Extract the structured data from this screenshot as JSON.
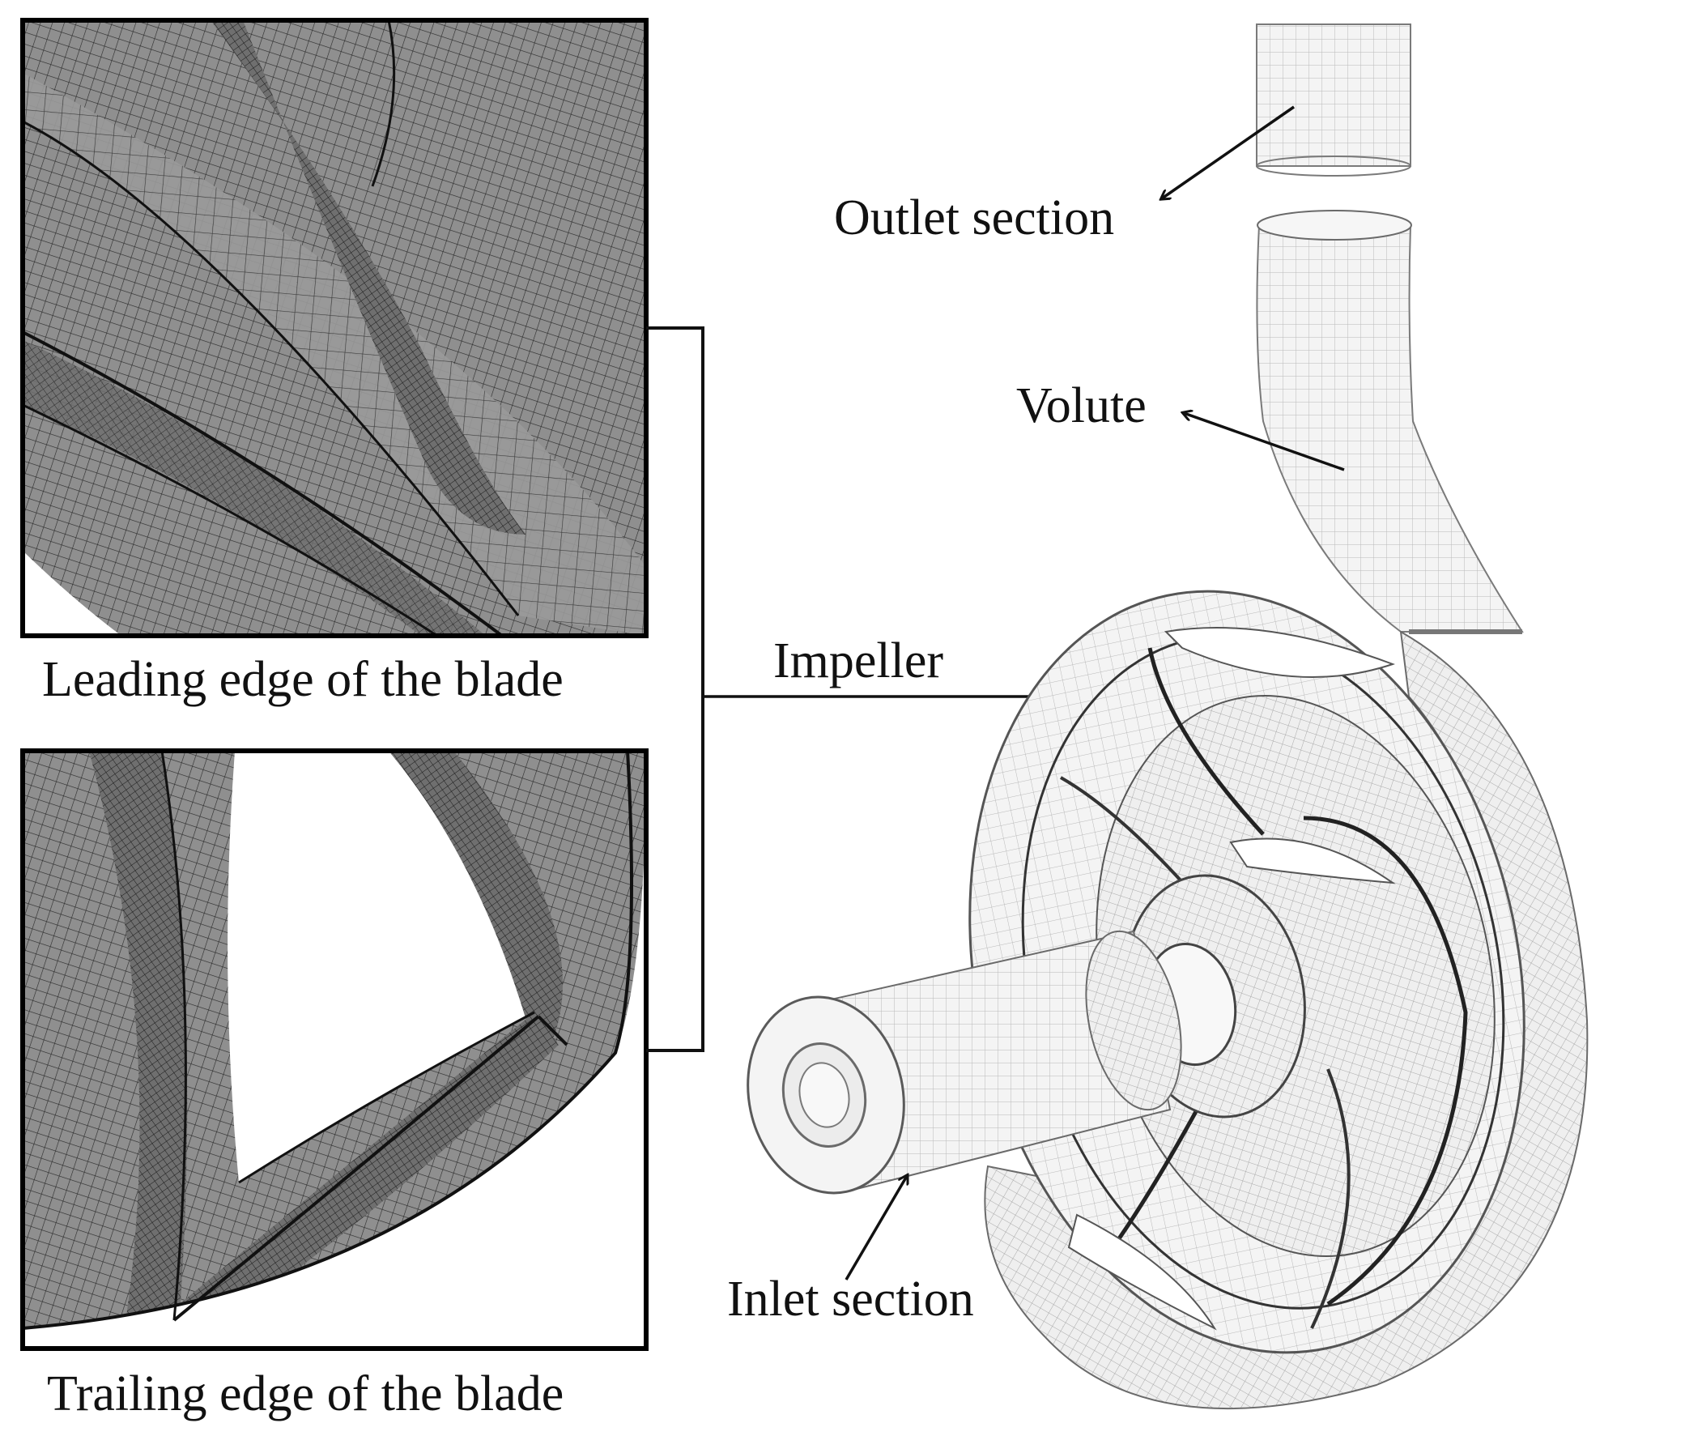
{
  "figure": {
    "panels": {
      "leading": {
        "caption": "Leading edge of the blade"
      },
      "trailing": {
        "caption": "Trailing edge of the blade"
      }
    },
    "labels": {
      "outlet": "Outlet section",
      "volute": "Volute",
      "impeller": "Impeller",
      "inlet": "Inlet section"
    },
    "colors": {
      "mesh_fill": "#8f8f8f",
      "mesh_line": "#1a1a1a",
      "pump_fill": "#f2f2f2",
      "pump_line": "#6a6a6a",
      "background": "#ffffff"
    }
  }
}
